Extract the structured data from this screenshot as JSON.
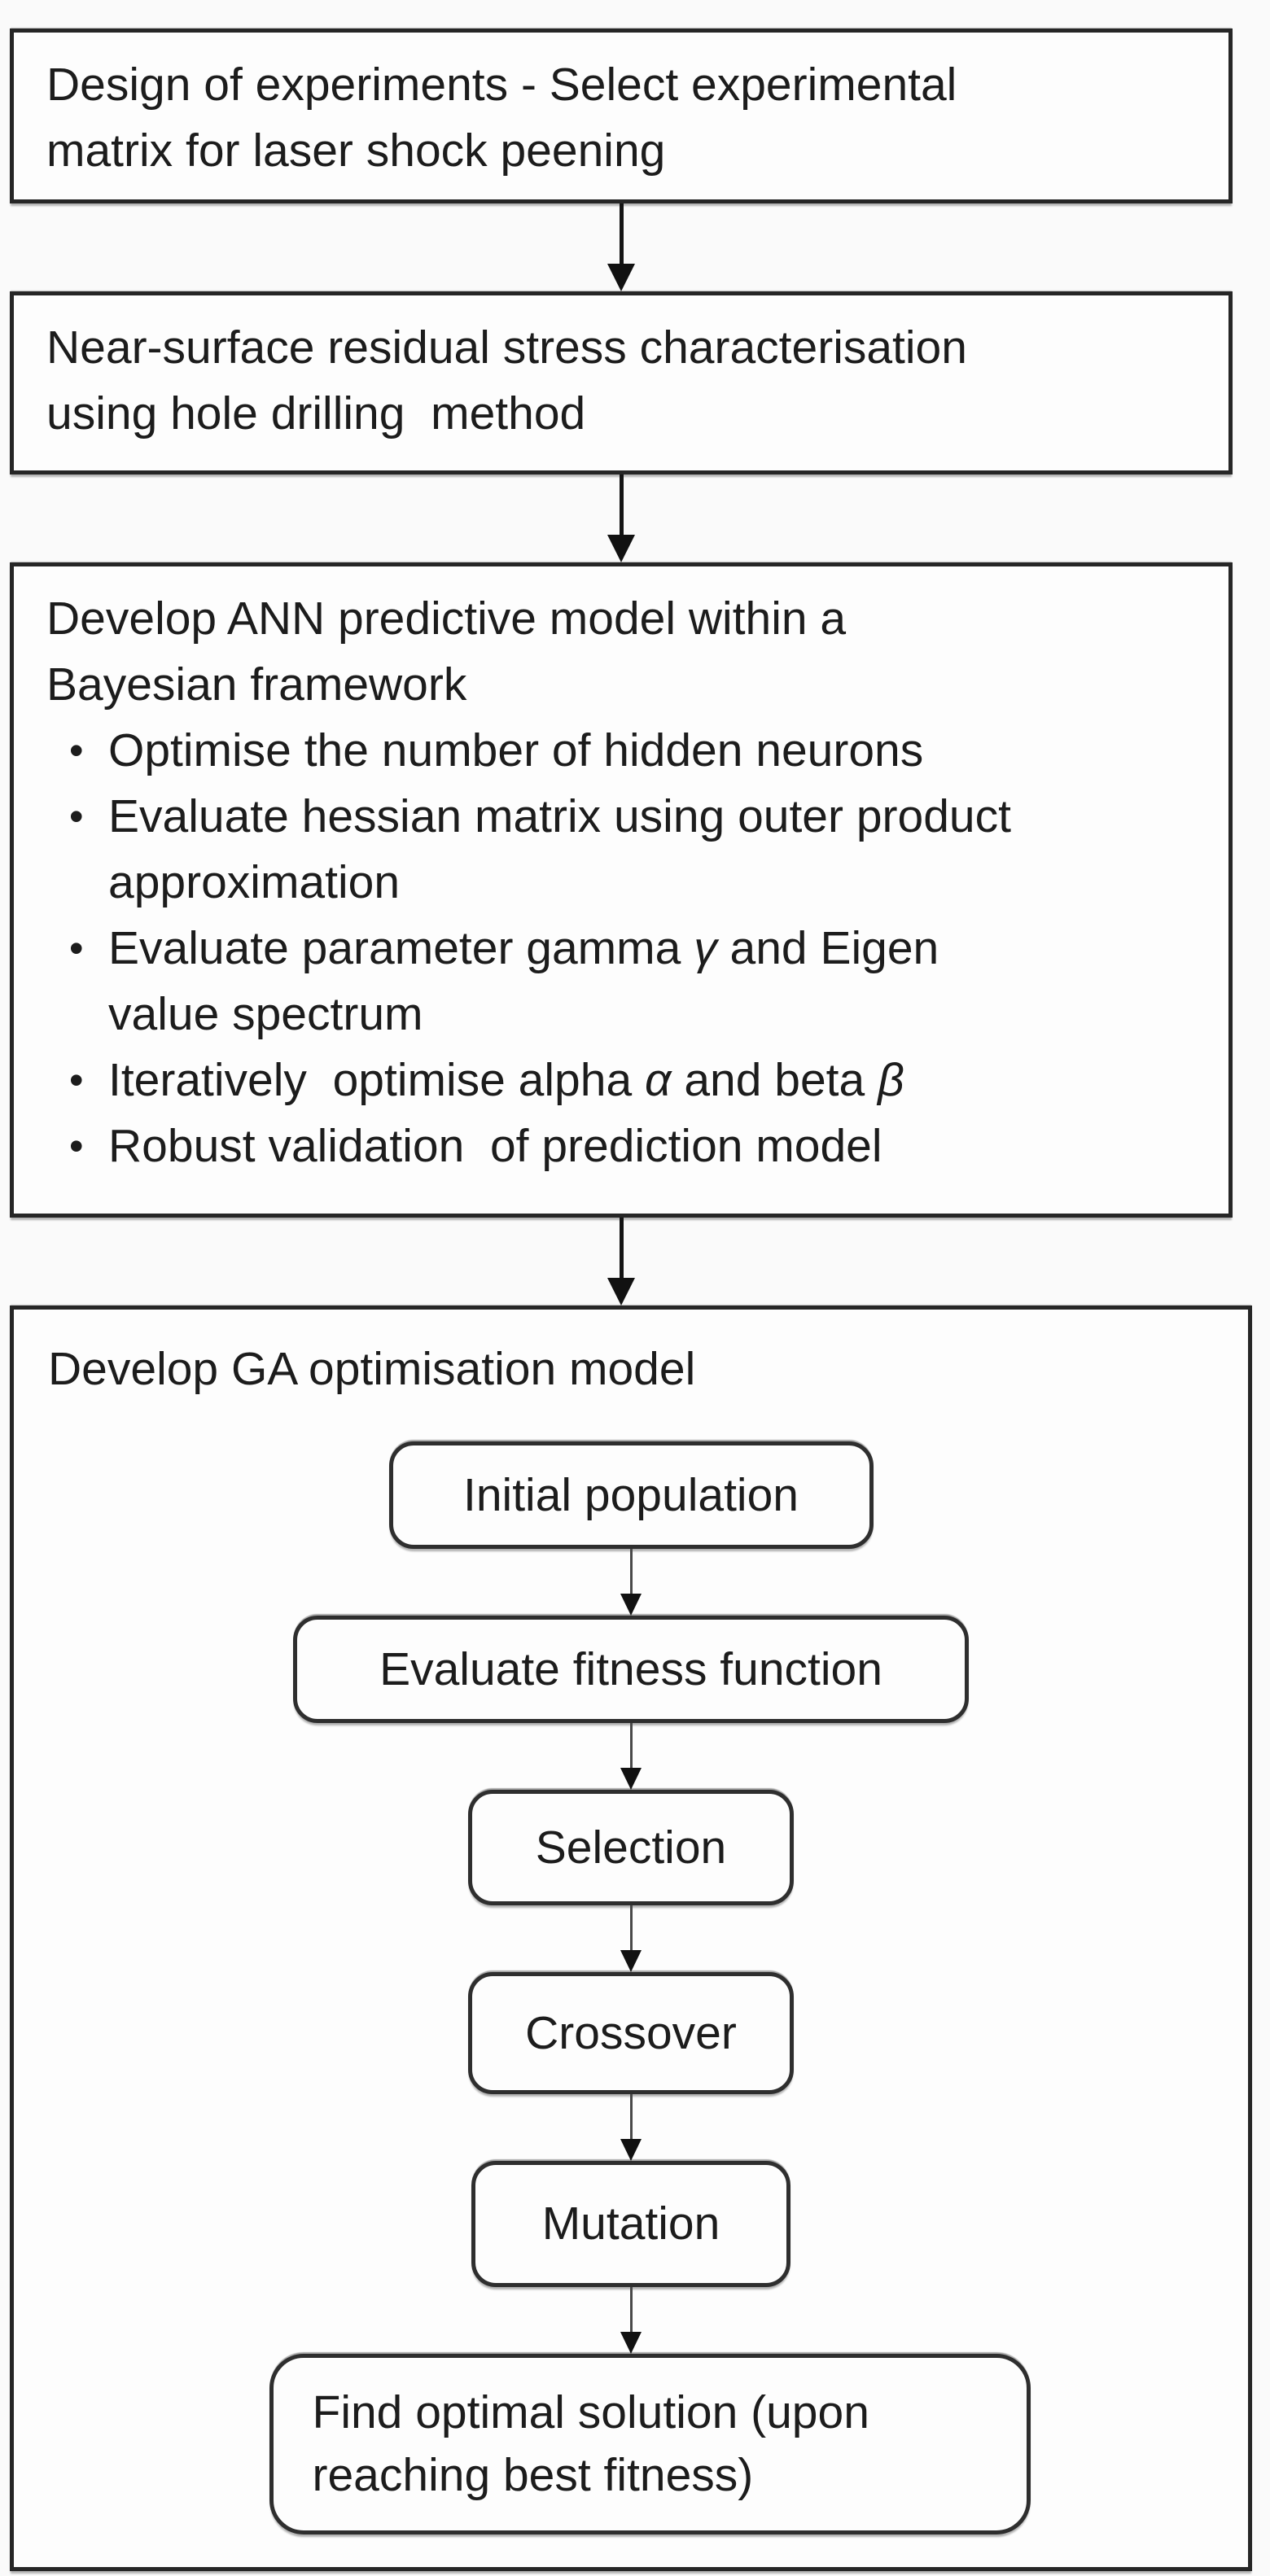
{
  "colors": {
    "background": "#fafafa",
    "box_fill": "#fdfdfd",
    "border": "#262626",
    "text": "#1c1c1c"
  },
  "flow": {
    "bullet_glyph": "•",
    "box1": {
      "text": "Design of experiments - Select experimental\nmatrix for laser shock peening"
    },
    "box2": {
      "text": "Near-surface residual stress characterisation\nusing hole drilling  method"
    },
    "box3": {
      "title": "Develop ANN predictive model within a\nBayesian framework",
      "bullets": {
        "b1": "Optimise the number of hidden neurons",
        "b2": "Evaluate hessian matrix using outer product\napproximation",
        "b3a": "Evaluate parameter gamma ",
        "b3sym": "γ",
        "b3b": " and Eigen\nvalue spectrum",
        "b4a": "Iteratively  optimise alpha ",
        "b4sym1": "α",
        "b4b": " and beta ",
        "b4sym2": "β",
        "b5": "Robust validation  of prediction model"
      }
    },
    "box4": {
      "title": "Develop GA optimisation model",
      "steps": {
        "s1": "Initial population",
        "s2": "Evaluate fitness function",
        "s3": "Selection",
        "s4": "Crossover",
        "s5": "Mutation",
        "s6": "Find optimal solution (upon\nreaching best fitness)"
      }
    }
  }
}
